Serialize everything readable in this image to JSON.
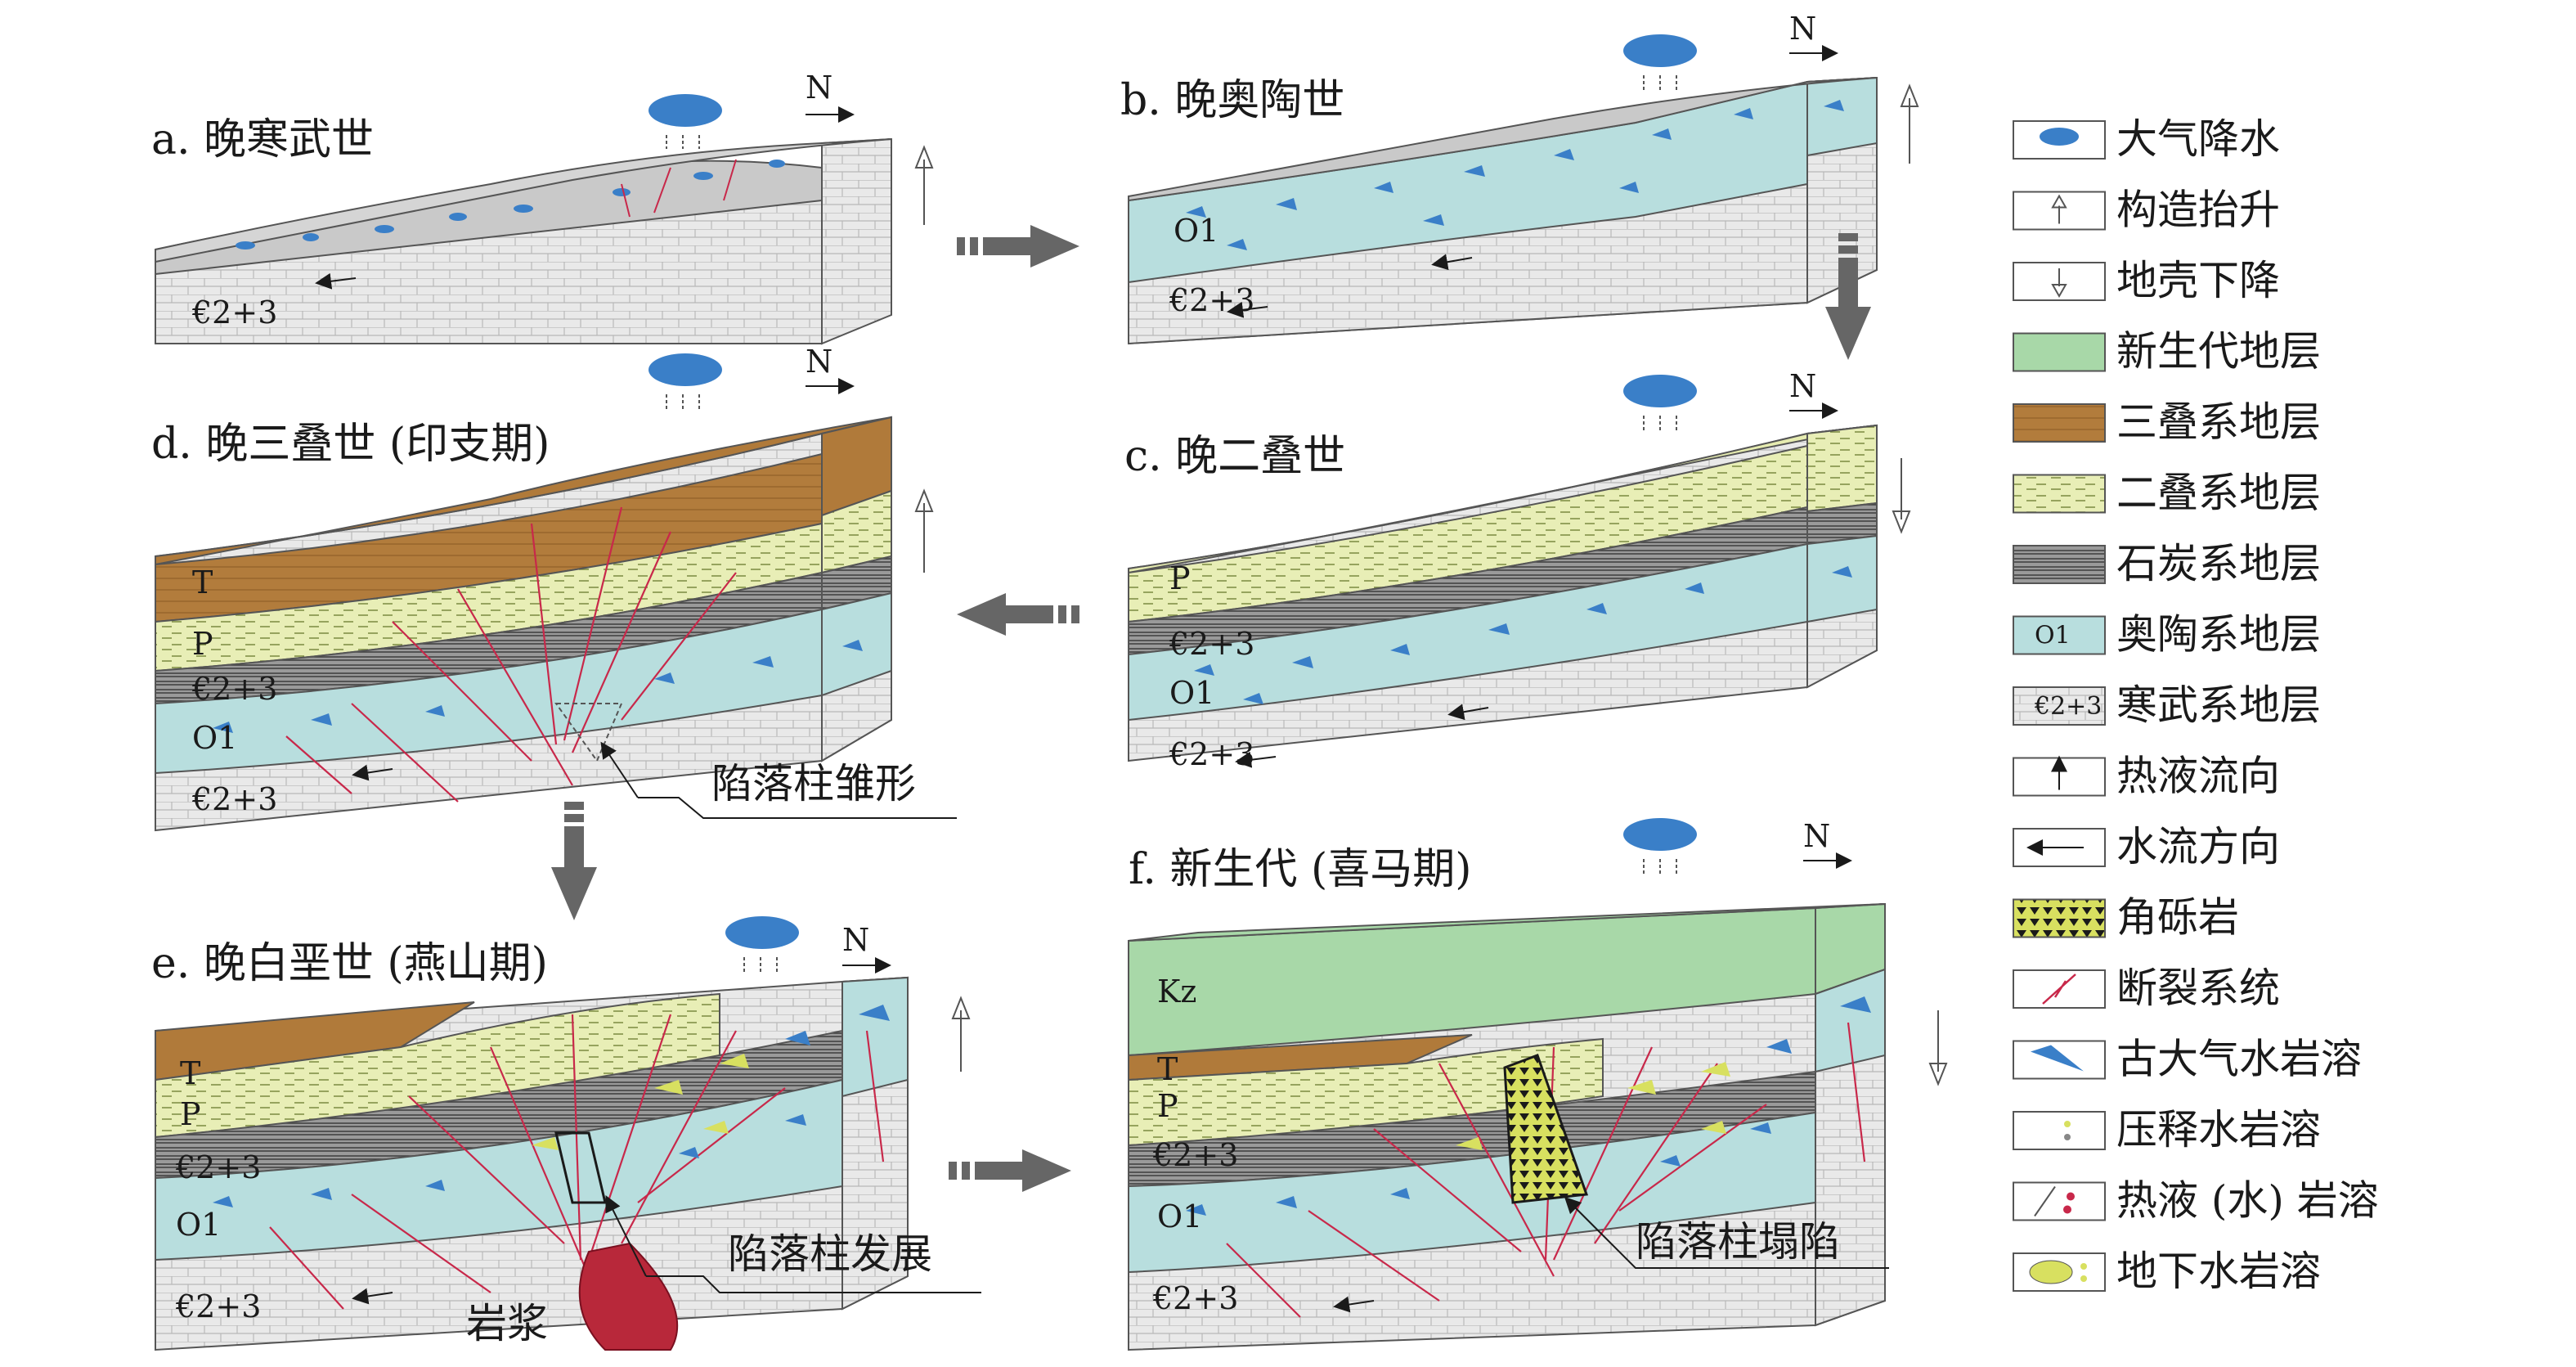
{
  "panels": {
    "a": {
      "title": "a. 晚寒武世",
      "north": "N",
      "strata": [
        "€2+3"
      ]
    },
    "b": {
      "title": "b. 晚奥陶世",
      "north": "N",
      "strata": [
        "O1",
        "€2+3"
      ]
    },
    "c": {
      "title": "c. 晚二叠世",
      "north": "N",
      "strata": [
        "P",
        "€2+3",
        "O1",
        "€2+3"
      ]
    },
    "d": {
      "title": "d. 晚三叠世 (印支期)",
      "north": "N",
      "strata": [
        "T",
        "P",
        "€2+3",
        "O1",
        "€2+3"
      ],
      "callout": "陷落柱雏形"
    },
    "e": {
      "title": "e. 晚白垩世 (燕山期)",
      "north": "N",
      "strata": [
        "T",
        "P",
        "€2+3",
        "O1",
        "€2+3"
      ],
      "callout": "陷落柱发展",
      "magma_label": "岩浆"
    },
    "f": {
      "title": "f. 新生代 (喜马期)",
      "north": "N",
      "strata": [
        "Kz",
        "T",
        "P",
        "€2+3",
        "O1",
        "€2+3"
      ],
      "callout": "陷落柱塌陷"
    }
  },
  "legend": [
    {
      "icon": "rain-cloud-icon",
      "label": "大气降水"
    },
    {
      "icon": "uplift-arrow-icon",
      "label": "构造抬升"
    },
    {
      "icon": "subsidence-arrow-icon",
      "label": "地壳下降"
    },
    {
      "icon": "cenozoic-swatch",
      "label": "新生代地层",
      "color": "#a8d8a8"
    },
    {
      "icon": "triassic-swatch",
      "label": "三叠系地层",
      "color": "#b07a3a"
    },
    {
      "icon": "permian-swatch",
      "label": "二叠系地层",
      "color": "#e6ecb0"
    },
    {
      "icon": "carboniferous-swatch",
      "label": "石炭系地层",
      "color": "#8a8a8a"
    },
    {
      "icon": "ordovician-swatch",
      "label": "奥陶系地层",
      "swatch_text": "O1",
      "color": "#b8dede"
    },
    {
      "icon": "cambrian-swatch",
      "label": "寒武系地层",
      "swatch_text": "€2+3",
      "color": "#e8e8e8"
    },
    {
      "icon": "hydrothermal-flow-icon",
      "label": "热液流向"
    },
    {
      "icon": "water-flow-icon",
      "label": "水流方向"
    },
    {
      "icon": "breccia-icon",
      "label": "角砾岩"
    },
    {
      "icon": "fault-icon",
      "label": "断裂系统"
    },
    {
      "icon": "paleo-karst-icon",
      "label": "古大气水岩溶"
    },
    {
      "icon": "pressure-karst-icon",
      "label": "压释水岩溶"
    },
    {
      "icon": "hydrothermal-karst-icon",
      "label": "热液 (水) 岩溶"
    },
    {
      "icon": "groundwater-karst-icon",
      "label": "地下水岩溶"
    }
  ],
  "colors": {
    "cenozoic": "#a8d8a8",
    "triassic": "#b07a3a",
    "permian": "#e6ecb0",
    "carboniferous": "#8a8a8a",
    "ordovician": "#b8dede",
    "cambrian": "#e8e8e8",
    "karst_blue": "#3a7fc8",
    "fault_red": "#c8284a",
    "arrow_gray": "#666666"
  }
}
